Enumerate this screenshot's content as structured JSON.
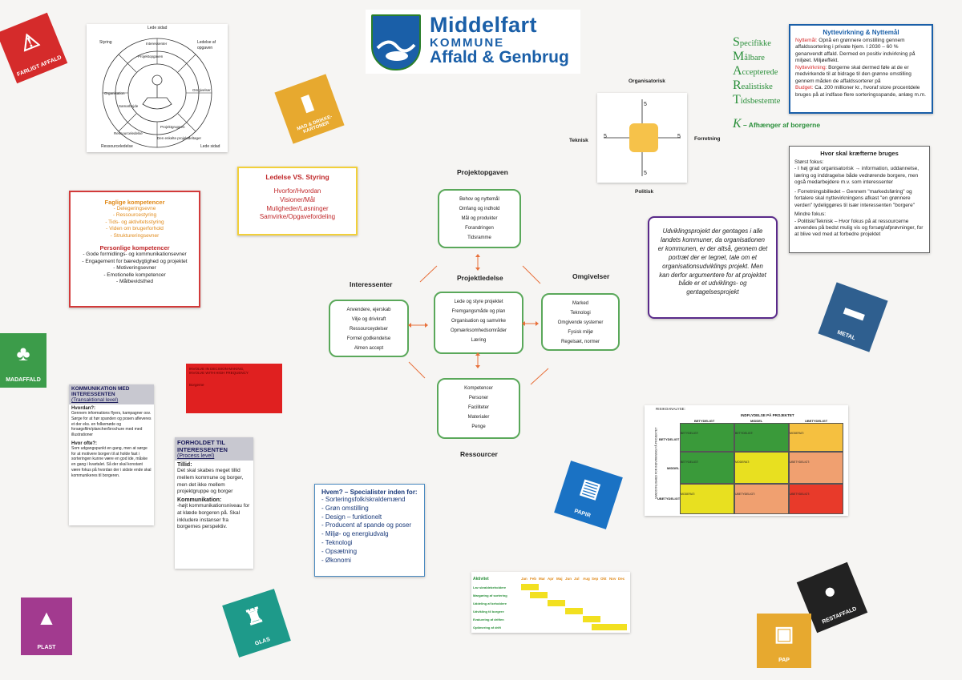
{
  "header": {
    "line1": "Middelfart",
    "line2": "KOMMUNE",
    "line3": "Affald & Genbrug"
  },
  "sort_icons": [
    {
      "id": "farligt",
      "label": "FARLIGT AFFALD",
      "color": "#d52b2b",
      "glyph": "⚠"
    },
    {
      "id": "mad",
      "label": "MAD & DRIKKE-KARTONER",
      "color": "#e7a92f",
      "glyph": "▮"
    },
    {
      "id": "madaffald",
      "label": "MADAFFALD",
      "color": "#3c9c4a",
      "glyph": "♣"
    },
    {
      "id": "metal",
      "label": "METAL",
      "color": "#2f5f8f",
      "glyph": "▬"
    },
    {
      "id": "papir",
      "label": "PAPIR",
      "color": "#1a72c4",
      "glyph": "▤"
    },
    {
      "id": "plast",
      "label": "PLAST",
      "color": "#a23a8f",
      "glyph": "▲"
    },
    {
      "id": "glas",
      "label": "GLAS",
      "color": "#1e9a8a",
      "glyph": "♜"
    },
    {
      "id": "restaffald",
      "label": "RESTAFFALD",
      "color": "#222222",
      "glyph": "●"
    },
    {
      "id": "pap",
      "label": "PAP",
      "color": "#e7a92f",
      "glyph": "▣"
    }
  ],
  "wheel": {
    "top": "Lede sidad",
    "right_top": "Ledelse af opgaven",
    "left_top": "Styring",
    "right_bottom": "Lede sidad",
    "left_bottom": "Ressourceledelse",
    "inner": [
      "Interessenter",
      "Projektopgaven",
      "Omgivelser",
      "Projektgruppen",
      "Den enkelte projektdeltager",
      "Ressourceledelse",
      "Organisation",
      "Samarbejde"
    ]
  },
  "ledelse": {
    "title": "Ledelse VS. Styring",
    "lines": [
      "Hvorfor/Hvordan",
      "Visioner/Mål",
      "Muligheder/Løsninger",
      "Samvirke/Opgavefordeling"
    ]
  },
  "kompetencer": {
    "faglige_title": "Faglige kompetencer",
    "faglige": [
      "- Delegeringsevne",
      "- Ressourcestyring",
      "- Tids- og aktivitetsstyring",
      "- Viden om brugerforhold",
      "- Strukturerings­evner"
    ],
    "personlige_title": "Personlige kompetencer",
    "personlige": [
      "- Gode formidlings- og kommunikationsevner",
      "- Engagement for bæredygtighed og projektet",
      "- Motiveringsevner",
      "- Emotionelle kompetencer",
      "- Målbevidsthed"
    ]
  },
  "project_model": {
    "projektopgaven_label": "Projektopgaven",
    "projektopgaven": [
      "Behov og nyttemål",
      "Omfang og indhold",
      "Mål og produkter",
      "Forandringen",
      "Tidsramme"
    ],
    "projektledelse_label": "Projektledelse",
    "projektledelse": [
      "Lede og styre projektet",
      "Fremgangsmåde og plan",
      "Organisation og samvirke",
      "Opmærksomhedsområder",
      "Læring"
    ],
    "interessenter_label": "Interessenter",
    "interessenter": [
      "Anvendere, ejerskab",
      "Vilje og drivkraft",
      "Ressourceydelser",
      "Formel godkendelse",
      "Almen accept"
    ],
    "omgivelser_label": "Omgivelser",
    "omgivelser": [
      "Marked",
      "Teknologi",
      "Omgivende systemer",
      "Fysisk miljø",
      "Regelsæt, normer"
    ],
    "ressourcer_label": "Ressourcer",
    "ressourcer": [
      "Kompetencer",
      "Personer",
      "Faciliteter",
      "Materialer",
      "Penge"
    ]
  },
  "compass": {
    "top": "Organisatorisk",
    "left": "Teknisk",
    "right": "Forretning",
    "bottom": "Politisk",
    "value_top": "5",
    "value_left": "5",
    "value_right": "5",
    "value_bottom": "5"
  },
  "smart": {
    "letters": [
      "S",
      "M",
      "A",
      "R",
      "T"
    ],
    "words": [
      "pecifikke",
      "ålbare",
      "ccepterede",
      "ealistiske",
      "idsbestemte"
    ],
    "k_letter": "K",
    "k_text": " – Afhænger af borgerne"
  },
  "nyttemaal": {
    "title": "Nyttevirkning & Nyttemål",
    "p1_label": "Nyttemål:",
    "p1": " Opnå en grønnere omstilling gennem affaldssortering i private hjem. I 2030 – 60 % genanvendt affald. Dermed en positiv indvirkning på miljøet. Miljøeffekt.",
    "p2_label": "Nyttevirkning:",
    "p2": " Borgerne skal dermed føle at de er medvirkende til at bidrage til den grønne omstilling gennem måden de affaldssorterer på",
    "p3_label": "Budget:",
    "p3": " Ca. 200 millioner kr., hvoraf store procentdele bruges på at indfase flere sorteringsspande, anlæg m.m."
  },
  "kraefter": {
    "title": "Hvor skal kræfterne bruges",
    "stoerst": "Størst fokus:",
    "b1": "- I høj grad organisatorisk → information, uddannelse, læring og inddragelse både vedrørende borgere, men også medarbejdere m.v. som interessenter",
    "b2": "- Forretningsbilledet – Gennem \"markedsføring\" og fortalere skal nyttevirkningens afkast \"en grønnere verden\" tydeliggøres til især interessenten \"borgere\"",
    "mindre": "Mindre fokus:",
    "b3": "- Politisk/Teknisk – Hvor fokus på at ressourcerne anvendes på bedst mulig vis og forsøg/afprøvninger, for at blive ved med at forbedre projektet"
  },
  "udvikling": {
    "text": "Udviklingsprojekt der gentages i alle landets kommuner, da organisationen er kommunen, er der altså, gennem det portræt der er tegnet, tale om et organisationsudviklings projekt. Men kan derfor argumentere for at projektet både er et udviklings- og gentagelsesprojekt"
  },
  "risk": {
    "title": "RISIKOANALYSE:",
    "col_header": "INDFLYDELSE PÅ PROJEKTET",
    "cols": [
      "BETYDELIGT",
      "MIDDEL",
      "UBETYDELIGT"
    ],
    "rows": [
      "BETYDELIGT",
      "MIDDEL",
      "UBETYDELIGT"
    ],
    "row_header": "SANDSYNLIGHED FOR INDVIRKNING PÅ PROJEKTET",
    "cell_labels": [
      "BETYDELIGT:",
      "BETYDELIGT:",
      "MODERAT:",
      "BETYDELIGT:",
      "MODERAT:",
      "UBETYDELIGT:",
      "MODERAT:",
      "UBETYDELIGT:",
      "UBETYDELIGT:"
    ],
    "colors": [
      "#3a9a3a",
      "#3a9a3a",
      "#f5c040",
      "#3a9a3a",
      "#e8e020",
      "#f0a070",
      "#e8e020",
      "#f0a070",
      "#e83a2a"
    ]
  },
  "red_note": {
    "line1": "INVOLVE IN DECISION-MAKING,",
    "line2": "INVOLVE WITH HIGH FREQUENCY",
    "line3": "Borgerne"
  },
  "kommunikation": {
    "title": "KOMMUNIKATION MED INTERESSENTEN",
    "subtitle": "(Transaktional level)",
    "hvordan": "Hvordan?:",
    "hvordan_text": "Gennem informations flyers, kampagner osv. Sørge for at hør spanden og posen afleveres et der eks. en folkemøde og forsøgsfilm/plancher/brochure med med illustrationer",
    "hvor_ofte": "Hvor ofte?:",
    "hvor_ofte_text": "Som udgangspunkt en gang, men at sørge for at motivere borgen til at holde fast i sorteringen kunne være en god ide, måske en gang i kvartalet. Så der skal konstant være fokus på hvordan der i sidste ende skal kommunikeres til borgeren."
  },
  "forholdet": {
    "title": "FORHOLDET TIL INTERESSENTEN",
    "subtitle": "(Process level)",
    "tillid": "Tillid:",
    "tillid_text": "Det skal skabes meget tillid mellem kommune og borger, men det ikke mellem projektgruppe og borger",
    "kommunikation": "Kommunikation:",
    "kommunikation_text": "-højt kommunikationsniveau for at klæde borgeren på. Skal inkludere instanser fra borgernes perspektiv."
  },
  "hvem": {
    "title": "Hvem? – Specialister inden for:",
    "items": [
      "- Sorteringsfolk/skraldemænd",
      "- Grøn omstilling",
      "- Design – funktionelt",
      "- Producent af spande og poser",
      "- Miljø- og energiudvalg",
      "- Teknologi",
      "- Opsætning",
      "- Økonomi"
    ]
  },
  "gantt": {
    "header": "Aktivitet",
    "months": [
      "Jan",
      "Feb",
      "Mar",
      "Apr",
      "Maj",
      "Jun",
      "Jul",
      "Aug",
      "Sep",
      "Okt",
      "Nov",
      "Dec"
    ],
    "rows": [
      "Lav skraldebeholdere",
      "Margøring af sortering",
      "Uddeling af beholdere",
      "Udvikling til borgere",
      "Evaluering af driften",
      "Optimering af drift"
    ],
    "bars": [
      [
        0,
        2
      ],
      [
        1,
        3
      ],
      [
        3,
        5
      ],
      [
        5,
        7
      ],
      [
        7,
        9
      ],
      [
        8,
        12
      ]
    ]
  }
}
